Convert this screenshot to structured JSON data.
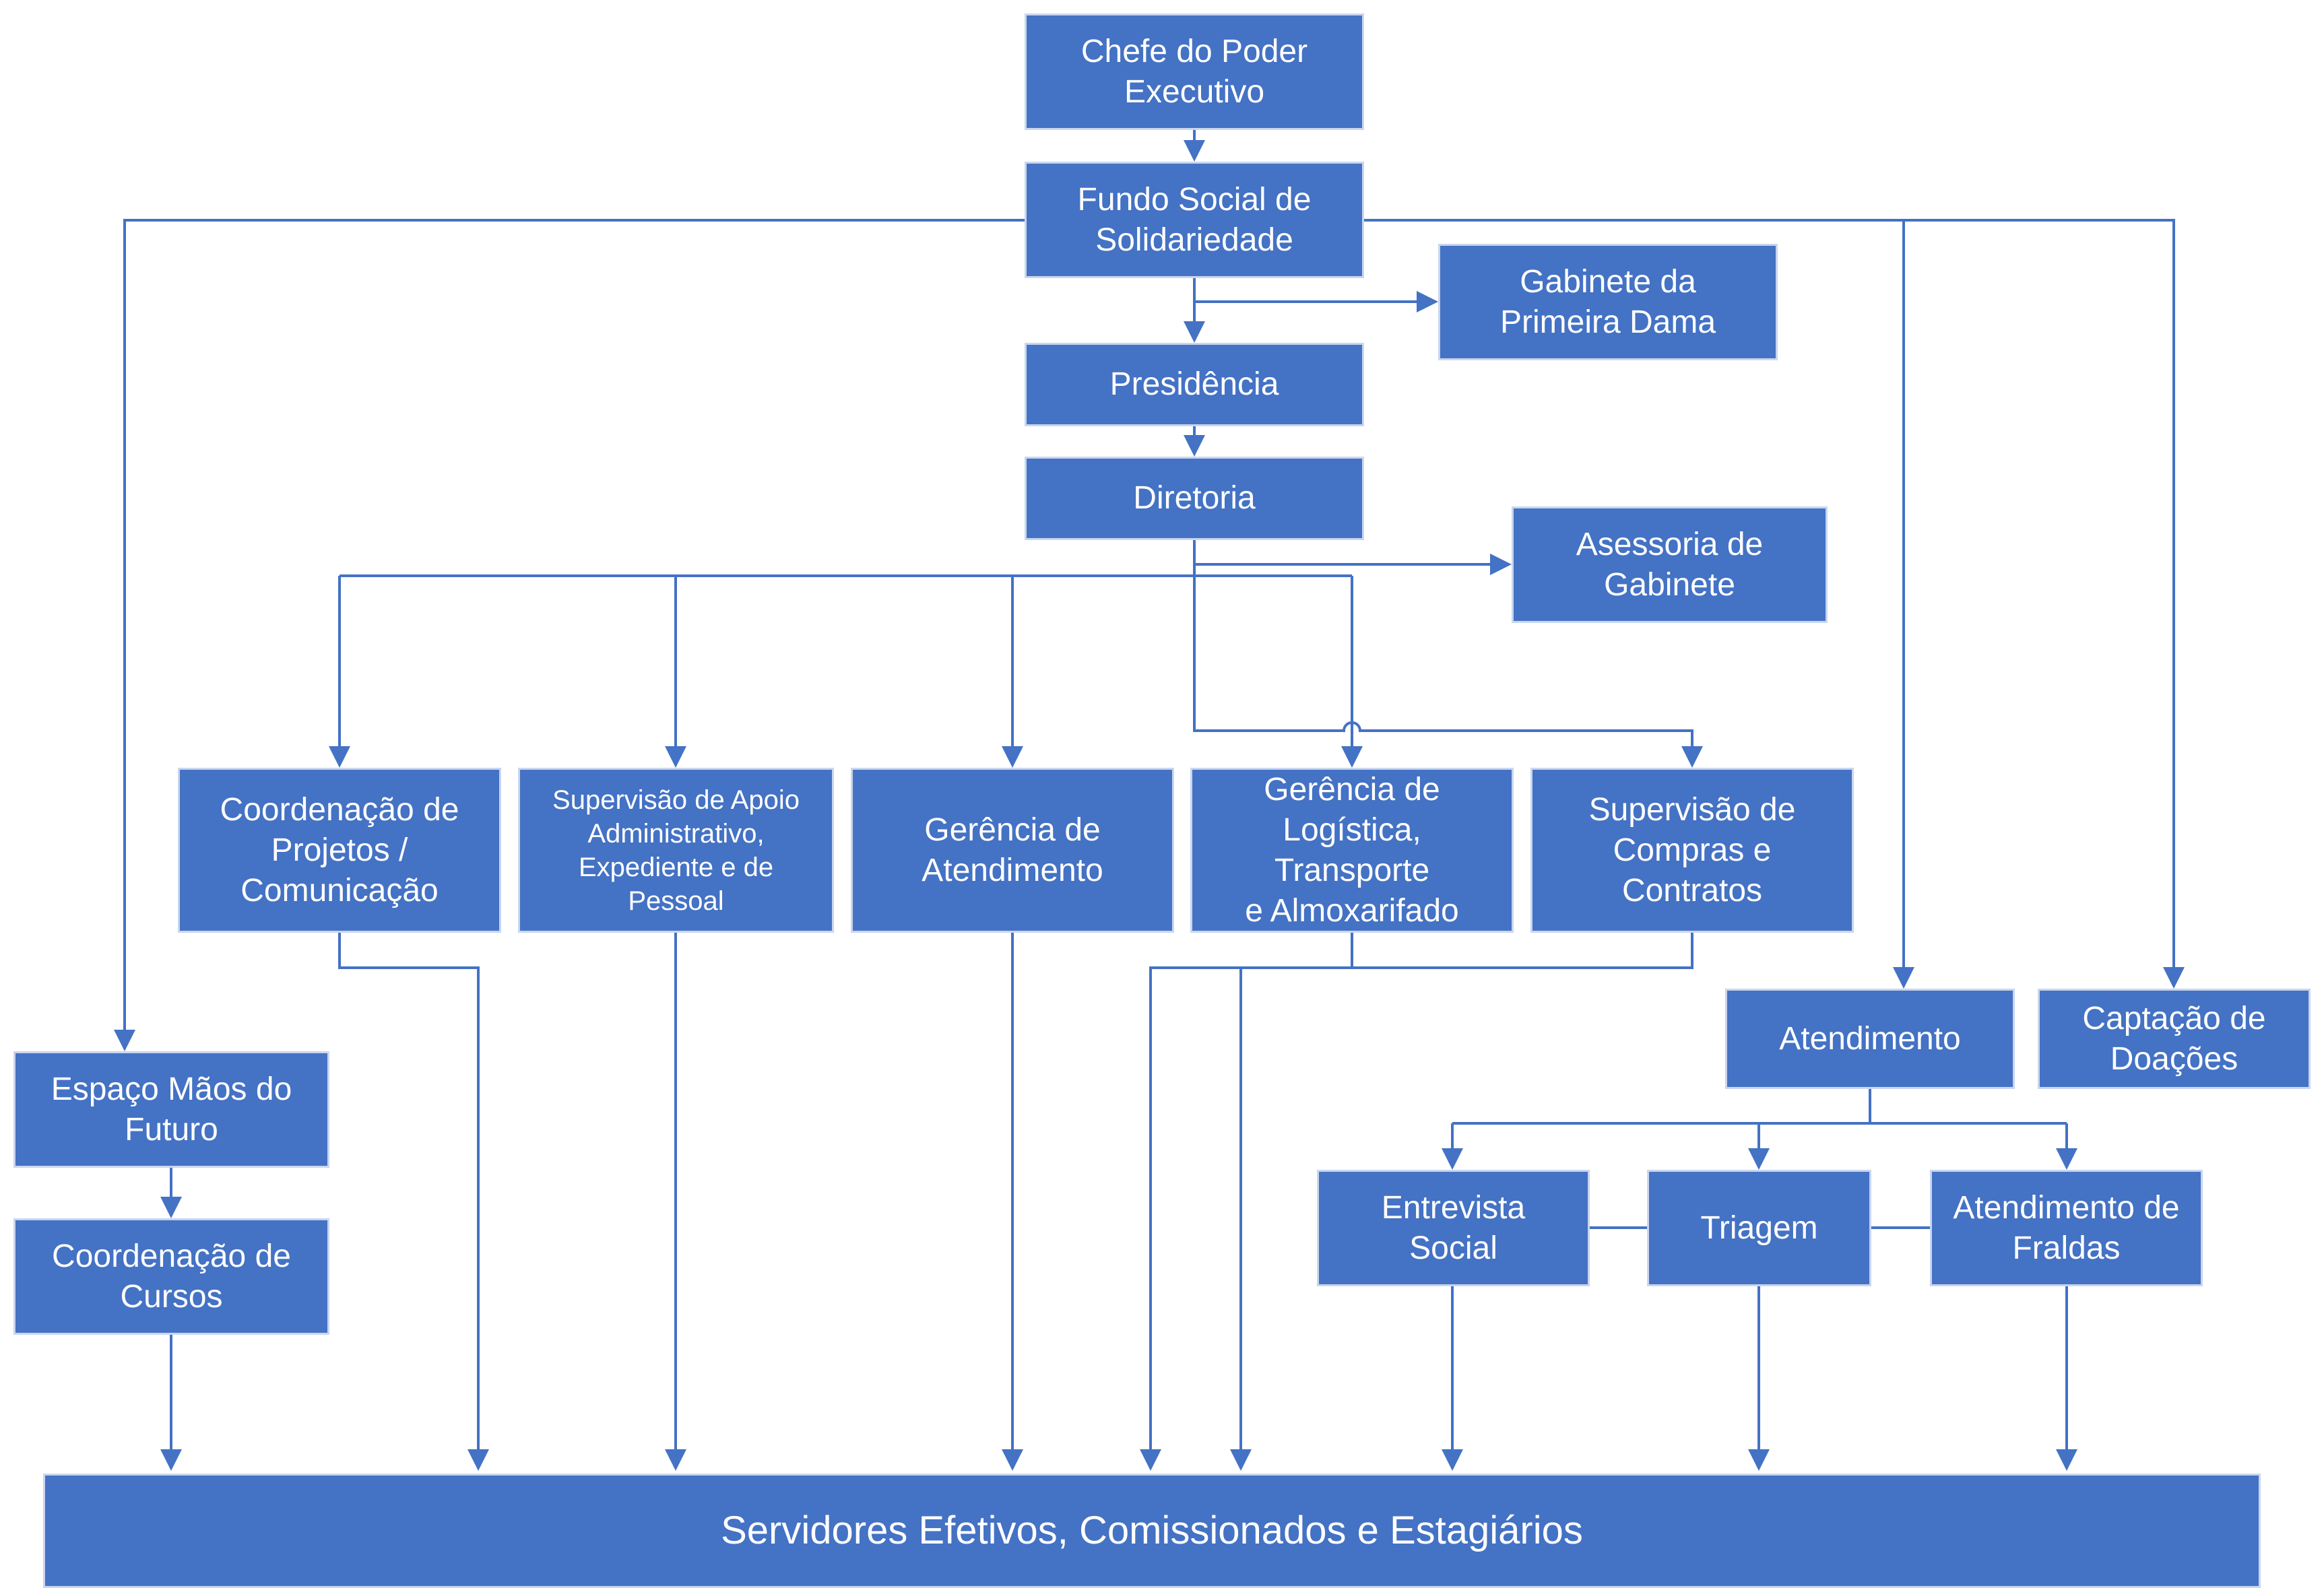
{
  "colors": {
    "box_fill": "#4472c4",
    "box_border": "#c9d6ee",
    "line": "#4472c4",
    "text": "#ffffff"
  },
  "nodes": {
    "chefe": "Chefe do Poder\nExecutivo",
    "fundo": "Fundo Social de\nSolidariedade",
    "gabinete": "Gabinete da\nPrimeira Dama",
    "presidencia": "Presidência",
    "diretoria": "Diretoria",
    "assessoria": "Asessoria de\nGabinete",
    "coord_projetos": "Coordenação de\nProjetos /\nComunicação",
    "supervisao_apoio": "Supervisão de Apoio\nAdministrativo,\nExpediente e de\nPessoal",
    "gerencia_atendimento": "Gerência de\nAtendimento",
    "gerencia_logistica": "Gerência de\nLogística, Transporte\ne Almoxarifado",
    "supervisao_compras": "Supervisão de\nCompras e Contratos",
    "atendimento": "Atendimento",
    "captacao": "Captação de\nDoações",
    "espaco": "Espaço Mãos do\nFuturo",
    "coord_cursos": "Coordenação de\nCursos",
    "entrevista": "Entrevista\nSocial",
    "triagem": "Triagem",
    "fraldas": "Atendimento de\nFraldas",
    "servidores": "Servidores Efetivos, Comissionados e Estagiários"
  }
}
